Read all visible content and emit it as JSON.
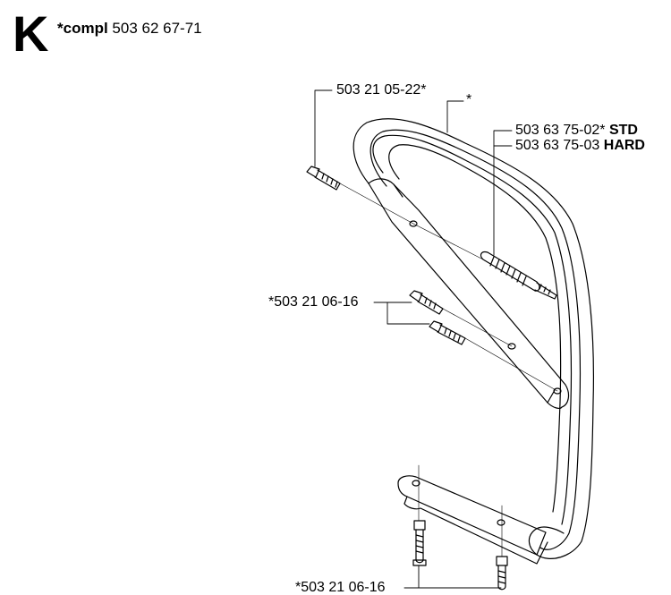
{
  "header": {
    "section_letter": "K",
    "compl_prefix": "*compl",
    "compl_number": "503 62 67-71"
  },
  "callouts": {
    "screw_top": "503 21 05-22*",
    "handle_asterisk": "*",
    "damper_std_number": "503 63 75-02*",
    "damper_std_grade": "STD",
    "damper_hard_number": "503 63 75-03",
    "damper_hard_grade": "HARD",
    "screws_middle": "*503 21 06-16",
    "screws_bottom": "*503 21 06-16"
  }
}
